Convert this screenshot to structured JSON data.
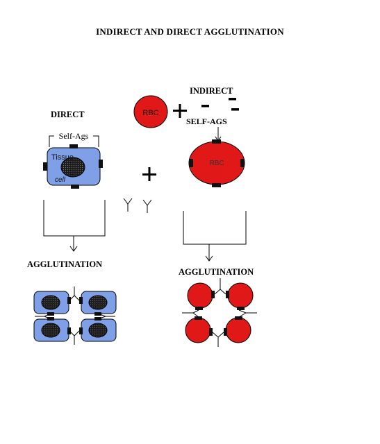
{
  "title": "INDIRECT AND DIRECT AGGLUTINATION",
  "direct": {
    "heading": "DIRECT",
    "self_ags_label": "Self-Ags",
    "cell_label_top": "Tissue",
    "cell_label_bottom": "cell",
    "result_label": "AGGLUTINATION"
  },
  "indirect": {
    "heading": "INDIRECT",
    "rbc_label": "RBC",
    "self_ags_label": "SELF-AGS",
    "rbc_coated_label": "RBC",
    "result_label": "AGGLUTINATION"
  },
  "colors": {
    "tissue_cell": "#7f9fe6",
    "rbc": "#e01818",
    "nucleus": "#222222",
    "antigen": "#111111",
    "line": "#000000"
  },
  "icons": [
    "plus-sign-icon",
    "minus-sign-icon",
    "antibody-icon",
    "down-arrow-icon"
  ]
}
